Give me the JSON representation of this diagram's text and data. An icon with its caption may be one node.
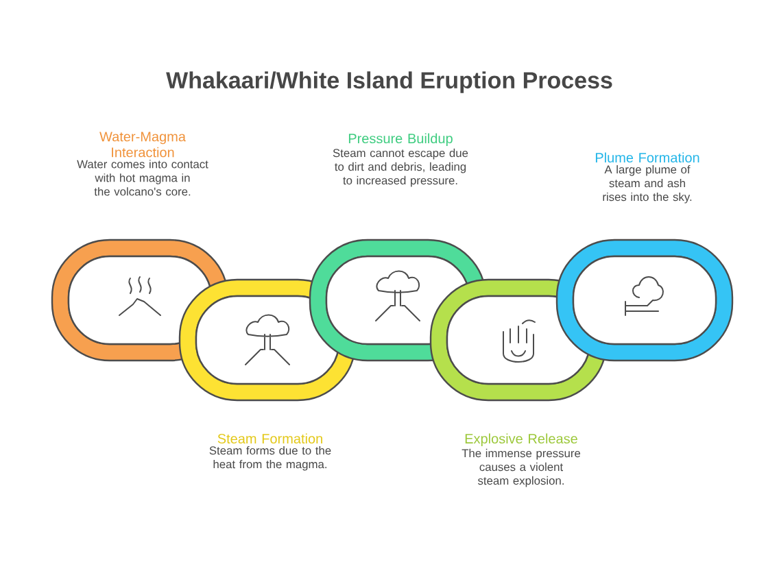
{
  "diagram": {
    "title": "Whakaari/White Island Eruption Process",
    "nodes": [
      {
        "text": [],
        "shape": "box",
        "beside": [
          "Water-Magma Interaction",
          "Water comes into contact with hot magma in the volcano's core."
        ]
      },
      {
        "text": [],
        "shape": "box",
        "beside": [
          "Steam Formation",
          "Steam forms due to the heat from the magma."
        ]
      },
      {
        "text": [],
        "shape": "box",
        "beside": [
          "Pressure Buildup",
          "Steam cannot escape due to dirt and debris, leading to increased pressure."
        ]
      },
      {
        "text": [],
        "shape": "box",
        "beside": [
          "Explosive Release",
          "The immense pressure causes a violent steam explosion."
        ]
      },
      {
        "text": [],
        "shape": "box",
        "beside": [
          "Plume Formation",
          "A large plume of steam and ash rises into the sky."
        ]
      }
    ]
  }
}
